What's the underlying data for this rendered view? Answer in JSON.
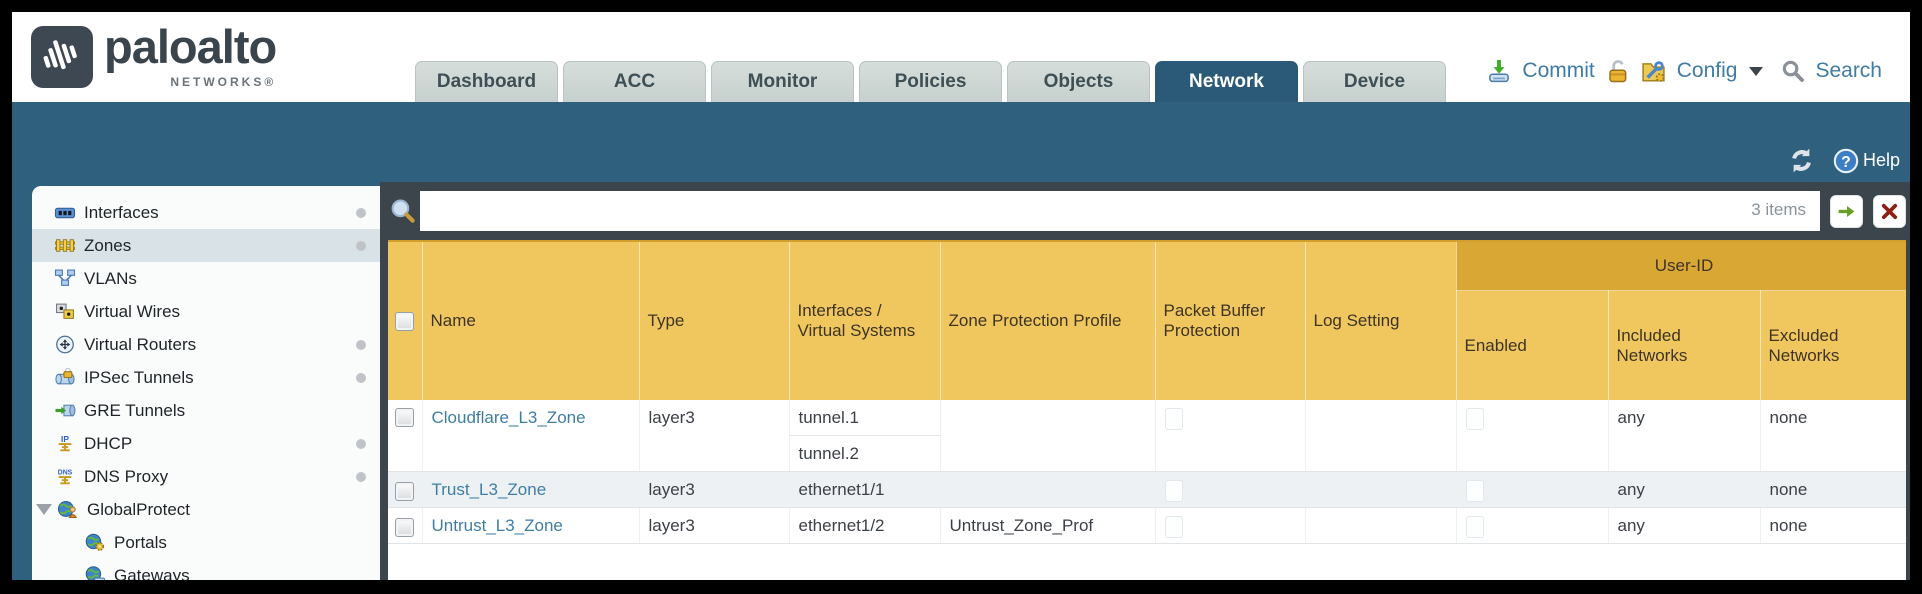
{
  "brand": {
    "wordmark": "paloalto",
    "subtext": "NETWORKS®",
    "logo_icon": "paloalto-logo-icon"
  },
  "nav": {
    "tabs": [
      {
        "label": "Dashboard",
        "active": false
      },
      {
        "label": "ACC",
        "active": false
      },
      {
        "label": "Monitor",
        "active": false
      },
      {
        "label": "Policies",
        "active": false
      },
      {
        "label": "Objects",
        "active": false
      },
      {
        "label": "Network",
        "active": true
      },
      {
        "label": "Device",
        "active": false
      }
    ]
  },
  "actions": {
    "commit_label": "Commit",
    "config_label": "Config",
    "search_label": "Search",
    "icons": [
      "commit-icon",
      "lock-icon",
      "config-icon",
      "caret-down-icon",
      "search-icon"
    ]
  },
  "toolbar": {
    "help_label": "Help",
    "icons": [
      "refresh-icon",
      "help-icon"
    ]
  },
  "sidebar": {
    "items": [
      {
        "label": "Interfaces",
        "icon": "interfaces-icon",
        "dot": true,
        "selected": false,
        "indent": 0,
        "expander": false
      },
      {
        "label": "Zones",
        "icon": "zones-icon",
        "dot": true,
        "selected": true,
        "indent": 0,
        "expander": false
      },
      {
        "label": "VLANs",
        "icon": "vlans-icon",
        "dot": false,
        "selected": false,
        "indent": 0,
        "expander": false
      },
      {
        "label": "Virtual Wires",
        "icon": "virtual-wires-icon",
        "dot": false,
        "selected": false,
        "indent": 0,
        "expander": false
      },
      {
        "label": "Virtual Routers",
        "icon": "virtual-routers-icon",
        "dot": true,
        "selected": false,
        "indent": 0,
        "expander": false
      },
      {
        "label": "IPSec Tunnels",
        "icon": "ipsec-tunnels-icon",
        "dot": true,
        "selected": false,
        "indent": 0,
        "expander": false
      },
      {
        "label": "GRE Tunnels",
        "icon": "gre-tunnels-icon",
        "dot": false,
        "selected": false,
        "indent": 0,
        "expander": false
      },
      {
        "label": "DHCP",
        "icon": "dhcp-icon",
        "dot": true,
        "selected": false,
        "indent": 0,
        "expander": false
      },
      {
        "label": "DNS Proxy",
        "icon": "dns-proxy-icon",
        "dot": true,
        "selected": false,
        "indent": 0,
        "expander": false
      },
      {
        "label": "GlobalProtect",
        "icon": "globalprotect-icon",
        "dot": false,
        "selected": false,
        "indent": 0,
        "expander": true
      },
      {
        "label": "Portals",
        "icon": "portals-icon",
        "dot": false,
        "selected": false,
        "indent": 1,
        "expander": false
      },
      {
        "label": "Gateways",
        "icon": "gateways-icon",
        "dot": false,
        "selected": false,
        "indent": 1,
        "expander": false
      }
    ]
  },
  "filter": {
    "value": "",
    "count_label": "3 items",
    "icons": [
      "search-icon",
      "apply-arrow-icon",
      "clear-icon"
    ]
  },
  "table": {
    "group_header": "User-ID",
    "columns": [
      "",
      "Name",
      "Type",
      "Interfaces / Virtual Systems",
      "Zone Protection Profile",
      "Packet Buffer Protection",
      "Log Setting",
      "Enabled",
      "Included Networks",
      "Excluded Networks"
    ],
    "rows": [
      {
        "name": "Cloudflare_L3_Zone",
        "type": "layer3",
        "interfaces": [
          "tunnel.1",
          "tunnel.2"
        ],
        "zone_protection_profile": "",
        "packet_buffer_checkbox": false,
        "log_setting": "",
        "enabled_checkbox": false,
        "included_networks": "any",
        "excluded_networks": "none",
        "striped": false
      },
      {
        "name": "Trust_L3_Zone",
        "type": "layer3",
        "interfaces": [
          "ethernet1/1"
        ],
        "zone_protection_profile": "",
        "packet_buffer_checkbox": false,
        "log_setting": "",
        "enabled_checkbox": false,
        "included_networks": "any",
        "excluded_networks": "none",
        "striped": true
      },
      {
        "name": "Untrust_L3_Zone",
        "type": "layer3",
        "interfaces": [
          "ethernet1/2"
        ],
        "zone_protection_profile": "Untrust_Zone_Prof",
        "packet_buffer_checkbox": false,
        "log_setting": "",
        "enabled_checkbox": false,
        "included_networks": "any",
        "excluded_networks": "none",
        "striped": false
      }
    ]
  },
  "colors": {
    "teal_band": "#2f617f",
    "tab_active": "#2a5a77",
    "content_dark": "#3d454c",
    "header_orange": "#f0c75f",
    "userid_band": "#d9a733",
    "link_blue": "#3f7ea3",
    "commit_green": "#3fae2a",
    "clear_red": "#8f1f14",
    "striped_row": "#edf1f4"
  }
}
